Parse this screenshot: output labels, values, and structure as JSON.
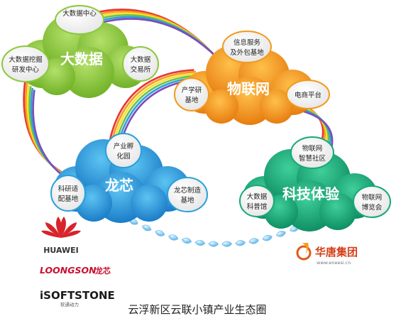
{
  "colors": {
    "green_cloud": "#8cc83c",
    "orange_cloud": "#f29a1c",
    "blue_cloud": "#27a0dc",
    "teal_cloud": "#18a87a",
    "rainbow": [
      "#e93434",
      "#f39a1e",
      "#f6e12e",
      "#6cc04a",
      "#2f9ee0",
      "#7b4fb8"
    ],
    "drops": "#7fc6ee",
    "huawei_red": "#d9222a",
    "loongson_red": "#c8102e",
    "softstone_dark": "#1a1a1a",
    "huatang_orange": "#e05a1a"
  },
  "clouds": {
    "bigdata": {
      "title": "大数据",
      "sub": {
        "top": [
          "大数据中心"
        ],
        "left": [
          "大数据挖掘",
          "研发中心"
        ],
        "right": [
          "大数据",
          "交易所"
        ]
      }
    },
    "iot": {
      "title": "物联网",
      "sub": {
        "top": [
          "信息服务",
          "及外包基地"
        ],
        "left": [
          "产学研",
          "基地"
        ],
        "right": [
          "电商平台"
        ]
      }
    },
    "loongcore": {
      "title": "龙芯",
      "sub": {
        "top": [
          "产业孵",
          "化园"
        ],
        "left": [
          "科研适",
          "配基地"
        ],
        "right": [
          "龙芯制造",
          "基地"
        ]
      }
    },
    "tech": {
      "title": "科技体验",
      "sub": {
        "top": [
          "物联网",
          "智慧社区"
        ],
        "left": [
          "大数据",
          "科普馆"
        ],
        "right": [
          "物联网",
          "博览会"
        ]
      }
    }
  },
  "logos": {
    "huawei": "HUAWEI",
    "loongson": "LOONGSON",
    "loongson_cn": "龙芯",
    "softstone": "iSOFTSTONE",
    "softstone_cn": "软通动力",
    "huatang": "华唐集团",
    "huatang_url": "www.eneesi.cn"
  },
  "caption": "云浮新区云联小镇产业生态圈",
  "icons": {
    "huawei": "huawei-petal-logo",
    "softstone": "isoftstone-logo",
    "huatang": "huatang-flame-logo"
  }
}
